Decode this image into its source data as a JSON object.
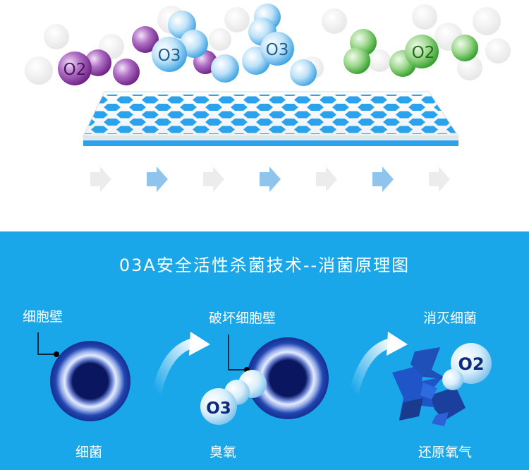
{
  "molecules": {
    "o2_purple": "O2",
    "o3_left": "O3",
    "o3_right": "O3",
    "o2_green": "O2"
  },
  "diagram": {
    "title": "03A安全活性杀菌技术--消菌原理图",
    "stages": [
      {
        "top_label": "细胞壁",
        "bottom_label": "细菌"
      },
      {
        "top_label": "破坏细胞壁",
        "bottom_label": "臭氧",
        "molecule": "O3"
      },
      {
        "top_label": "消灭细菌",
        "bottom_label": "还原氧气",
        "molecule": "O2"
      }
    ]
  },
  "colors": {
    "top_background": "#ffffff",
    "bottom_background": "#19a7ea",
    "filter_hex": "#2aa3ec",
    "arrow_active": "#8fc5ec",
    "arrow_faint": "#ececec",
    "purple_molecule": "#7e2c96",
    "blue_molecule": "#56b3ea",
    "green_molecule": "#4bbd3c",
    "cell_core": "#0a1760"
  }
}
